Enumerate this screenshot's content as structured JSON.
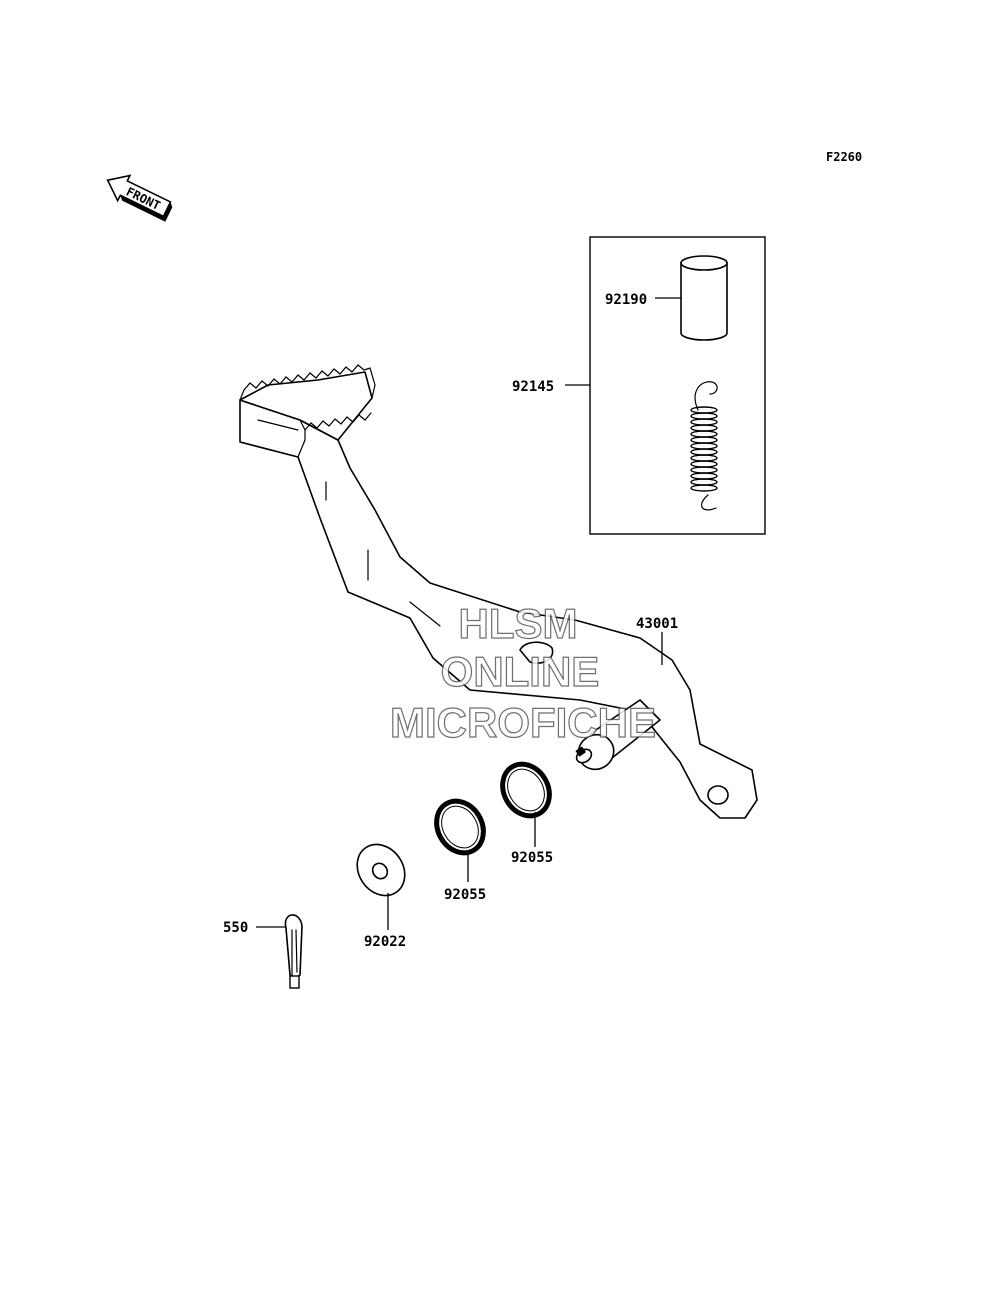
{
  "figure_code": "F2260",
  "front_arrow": {
    "label": "FRONT",
    "icon": "front-direction-arrow-icon"
  },
  "parts": {
    "p92190": "92190",
    "p92145": "92145",
    "p43001": "43001",
    "p92055_right": "92055",
    "p92055_left": "92055",
    "p92022": "92022",
    "p550": "550"
  },
  "watermark": {
    "line1": "HLSM",
    "line2": "ONLINE",
    "line3": "MICROFICHE"
  },
  "colors": {
    "line": "#000000",
    "background": "#ffffff",
    "watermark_outline": "#555555"
  }
}
